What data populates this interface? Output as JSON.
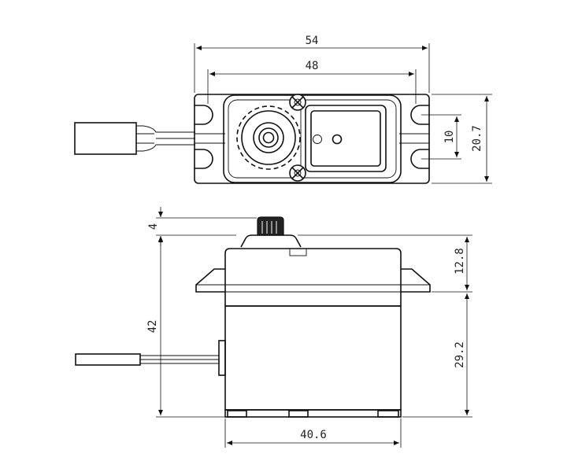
{
  "dimensions": {
    "top_width_overall": "54",
    "top_width_holes": "48",
    "top_height_overall": "20.7",
    "top_height_holes": "10",
    "side_horn_height": "4",
    "side_total_height": "42",
    "side_upper_height": "12.8",
    "side_lower_height": "29.2",
    "side_body_width": "40.6"
  },
  "colors": {
    "line": "#111111",
    "background": "#ffffff"
  }
}
